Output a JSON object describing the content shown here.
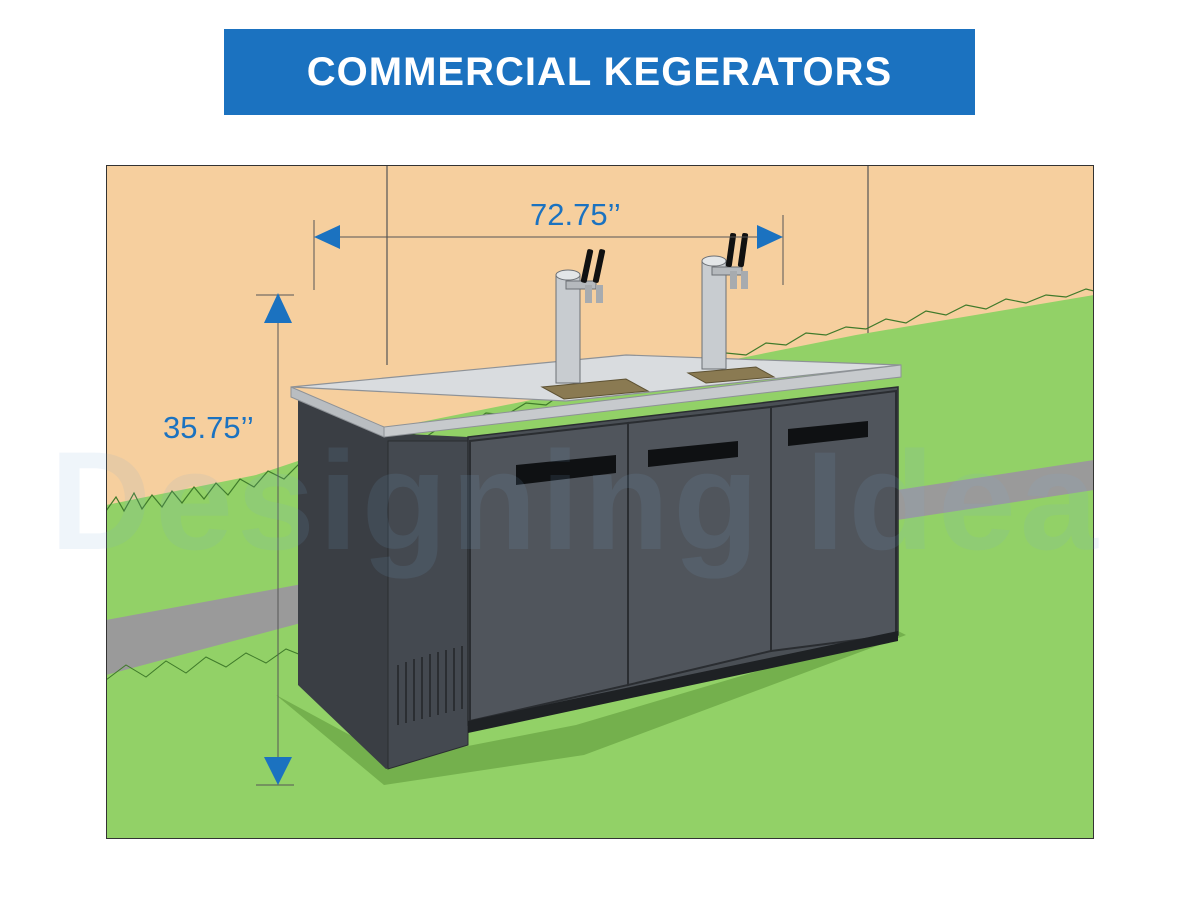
{
  "title": "COMMERCIAL KEGERATORS",
  "dimensions": {
    "width": "72.75’’",
    "height": "35.75’’"
  },
  "watermark": "Designing Idea",
  "colors": {
    "banner": "#1b72c0",
    "dimension_text": "#1b72c0",
    "wall": "#f6cf9e",
    "grass": "#92d167",
    "cabinet": "#4a4f55",
    "countertop": "#d9dcdf"
  }
}
